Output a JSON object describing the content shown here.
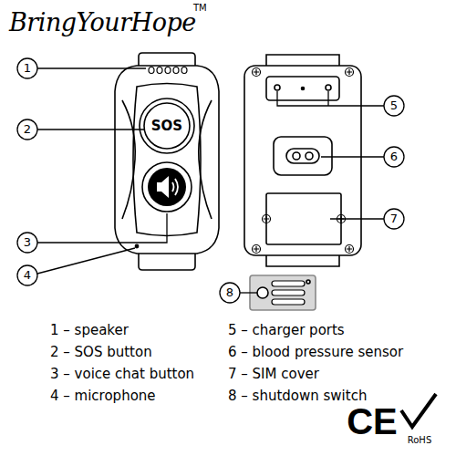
{
  "diagram": {
    "title": "BringYourHope",
    "nodes": [
      {
        "text": [
          "SOS"
        ]
      }
    ],
    "labels": [
      "1",
      "2",
      "3",
      "4",
      "5",
      "6",
      "7",
      "8",
      "1 – speaker",
      "2 – SOS button",
      "3 – voice chat button",
      "4 – microphone",
      "5 – charger ports",
      "6 – blood pressure sensor",
      "7 – SIM cover",
      "8 – shutdown switch",
      "CE",
      "RoHS",
      "TM"
    ]
  }
}
